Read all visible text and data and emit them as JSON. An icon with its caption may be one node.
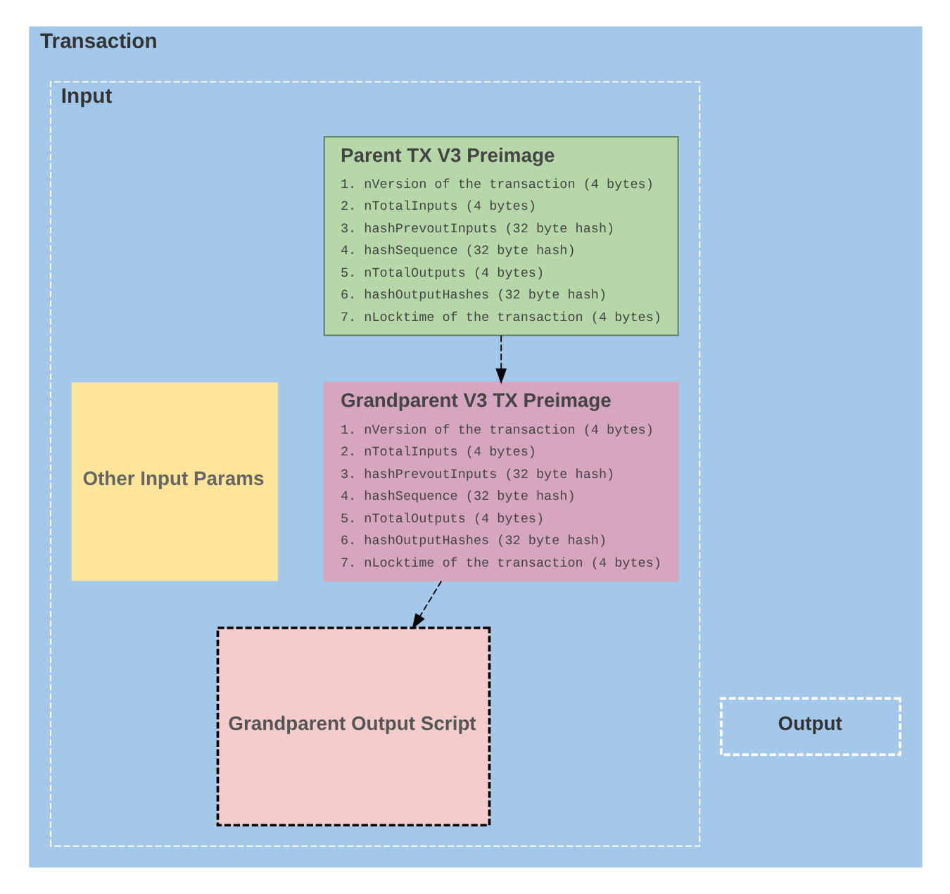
{
  "diagram": {
    "nodes": [
      {
        "text": [
          "Transaction"
        ]
      },
      {
        "text": [
          "Input"
        ],
        "in": 0
      },
      {
        "text": [
          "Parent TX V3 Preimage",
          "1. nVersion of the transaction (4 bytes)",
          "2. nTotalInputs (4 bytes)",
          "3. hashPrevoutInputs (32 byte hash)",
          "4. hashSequence (32 byte hash)",
          "5. nTotalOutputs (4 bytes)",
          "6. hashOutputHashes (32 byte hash)",
          "7. nLocktime of the transaction (4 bytes)"
        ],
        "in": 1
      },
      {
        "text": [
          "Other Input Params"
        ],
        "in": 1
      },
      {
        "text": [
          "Grandparent V3 TX Preimage",
          "1. nVersion of the transaction (4 bytes)",
          "2. nTotalInputs (4 bytes)",
          "3. hashPrevoutInputs (32 byte hash)",
          "4. hashSequence (32 byte hash)",
          "5. nTotalOutputs (4 bytes)",
          "6. hashOutputHashes (32 byte hash)",
          "7. nLocktime of the transaction (4 bytes)"
        ],
        "in": 1
      },
      {
        "text": [
          "Grandparent Output Script"
        ],
        "in": 1
      },
      {
        "text": [
          "Output"
        ],
        "in": 0
      }
    ],
    "edges": [
      {
        "from": 2,
        "to": 4,
        "arrow": "to",
        "style": "dashed"
      },
      {
        "from": 4,
        "to": 5,
        "arrow": "to",
        "style": "dashed"
      }
    ]
  }
}
